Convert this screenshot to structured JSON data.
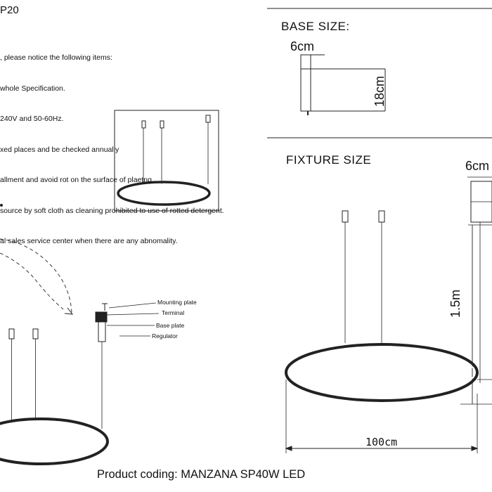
{
  "header": {
    "page_code": "P20"
  },
  "instructions": [
    ", please notice the following items:",
    "whole Specification.",
    "240V and 50-60Hz.",
    "xed places and be checked annually",
    "allment and avoid rot on the surface of plaetng.",
    "source by soft cloth as cleaning prohibited to use of rotted detergent.",
    "al sales service center when there are any abnomality."
  ],
  "base_size": {
    "title": "BASE SIZE:",
    "width": "6cm",
    "height": "18cm"
  },
  "fixture_size": {
    "title": "FIXTURE SIZE",
    "base_width": "6cm",
    "cable_length": "1.5m",
    "diameter": "100cm"
  },
  "installation": {
    "labels": {
      "mounting_plate": "Mounting plate",
      "terminal": "Terminal",
      "base_plate": "Base plate",
      "regulator": "Regulator"
    }
  },
  "footer": {
    "product_coding": "Product coding: MANZANA SP40W LED"
  }
}
